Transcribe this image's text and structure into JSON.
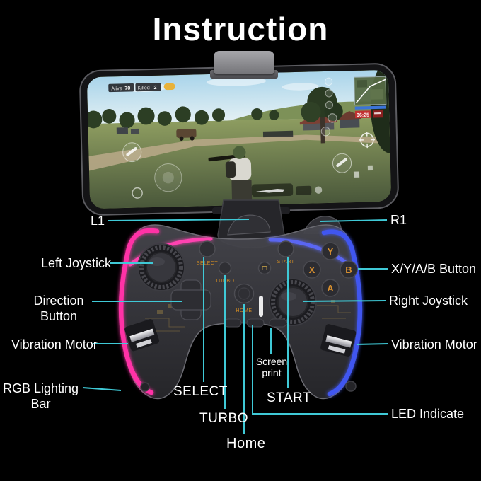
{
  "title": "Instruction",
  "colors": {
    "background": "#000000",
    "label_text": "#ffffff",
    "leader_line": "#3fc9d6",
    "rgb_left_glow": "#ff30a6",
    "rgb_right_glow": "#4156f0",
    "controller_print_text": "#cd8a24"
  },
  "labels": {
    "left": {
      "l1": "L1",
      "left_joystick": "Left Joystick",
      "direction_line1": "Direction",
      "direction_line2": "Button",
      "vibration_motor": "Vibration Motor",
      "rgb_line1": "RGB Lighting",
      "rgb_line2": "Bar"
    },
    "right": {
      "r1": "R1",
      "xyab_button": "X/Y/A/B Button",
      "right_joystick": "Right Joystick",
      "vibration_motor": "Vibration Motor",
      "led_indicate": "LED Indicate"
    },
    "bottom": {
      "select": "SELECT",
      "turbo": "TURBO",
      "home": "Home",
      "start": "START",
      "screen_line1": "Screen",
      "screen_line2": "print"
    }
  },
  "controller": {
    "onboard_text": {
      "select": "SELECT",
      "turbo": "TURBO",
      "home": "HOME",
      "start": "START"
    },
    "face_buttons": {
      "y": "Y",
      "x": "X",
      "a": "A",
      "b": "B"
    }
  },
  "phone": {
    "hud": {
      "alive_label": "Alive",
      "alive_value": "70",
      "killed_label": "Killed",
      "killed_value": "2",
      "timer": "06:25"
    }
  }
}
